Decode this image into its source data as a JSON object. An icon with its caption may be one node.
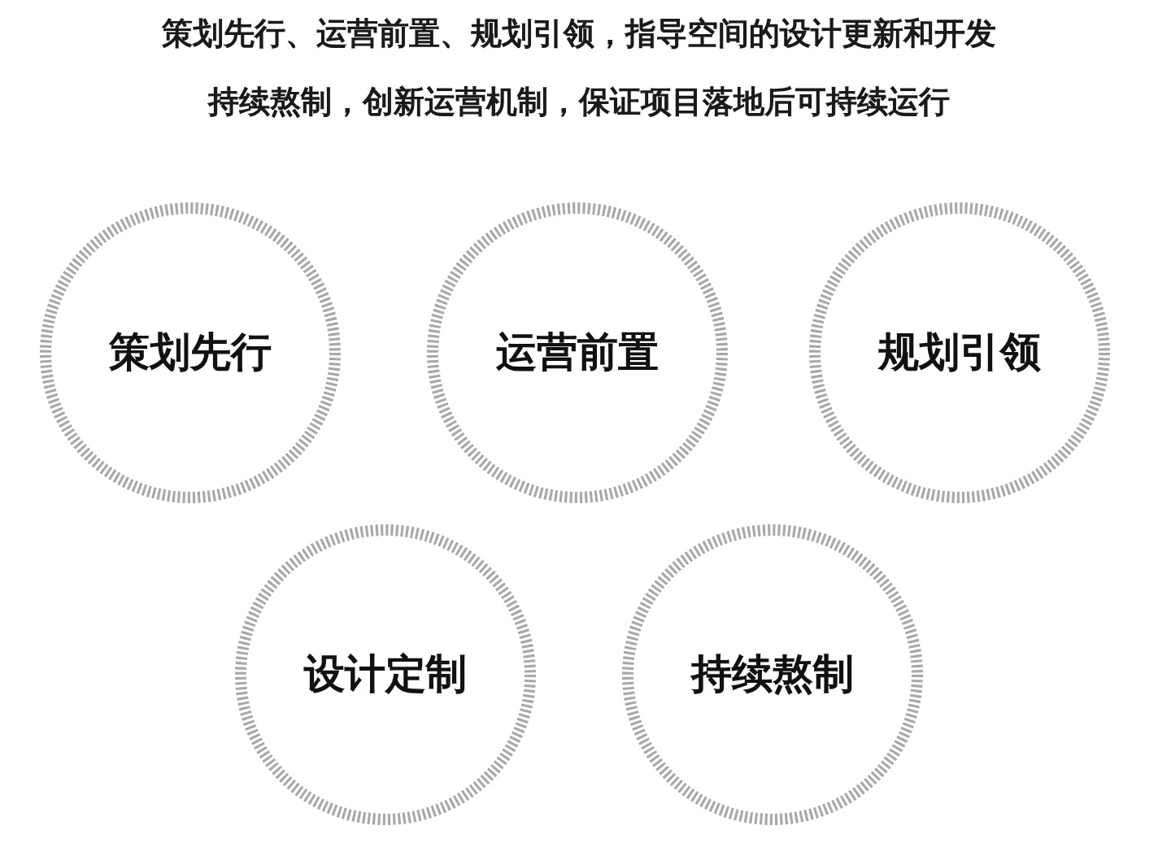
{
  "diagram": {
    "title": "策划先行、运营前置、规划引领，指导空间的设计更新和开发",
    "nodes": [
      {
        "text": [
          "策划先行"
        ]
      },
      {
        "text": [
          "运营前置"
        ]
      },
      {
        "text": [
          "规划引领"
        ]
      },
      {
        "text": [
          "设计定制"
        ]
      },
      {
        "text": [
          "持续熬制"
        ]
      }
    ],
    "labels": [
      "持续熬制，创新运营机制，保证项目落地后可持续运行"
    ]
  }
}
